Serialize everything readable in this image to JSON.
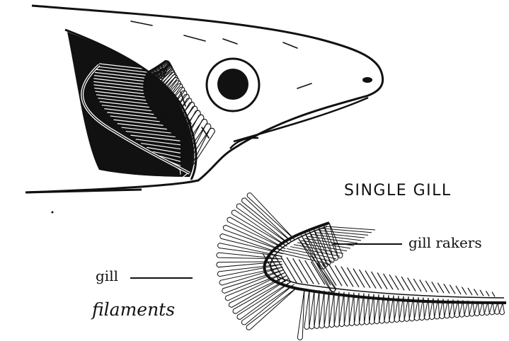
{
  "heading": "SINGLE GILL",
  "labels": {
    "rakers": "gill rakers",
    "filaments_line1": "gill",
    "filaments_line2": "filaments"
  },
  "colors": {
    "ink": "#111111",
    "paper": "#ffffff"
  }
}
